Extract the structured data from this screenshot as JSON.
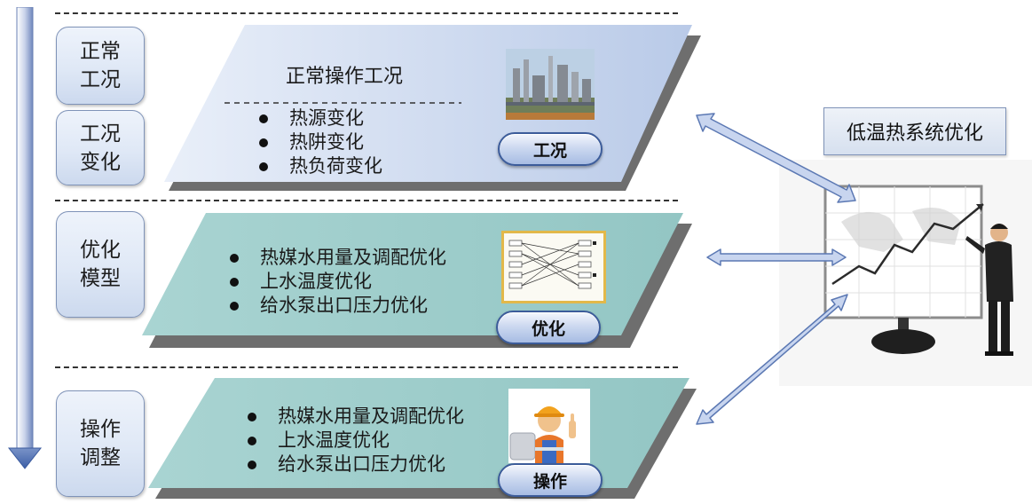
{
  "stages": [
    {
      "label": "正常\n工况"
    },
    {
      "label": "工况\n变化"
    },
    {
      "label": "优化\n模型"
    },
    {
      "label": "操作\n调整"
    }
  ],
  "panels": [
    {
      "title": "正常操作工况",
      "bullets": [
        "热源变化",
        "热阱变化",
        "热负荷变化"
      ],
      "button": "工况",
      "image": "refinery-plant-photo"
    },
    {
      "bullets": [
        "热媒水用量及调配优化",
        "上水温度优化",
        "给水泵出口压力优化"
      ],
      "button": "优化",
      "image": "optimization-network-diagram"
    },
    {
      "bullets": [
        "热媒水用量及调配优化",
        "上水温度优化",
        "给水泵出口压力优化"
      ],
      "button": "操作",
      "image": "worker-thumbs-up"
    }
  ],
  "right": {
    "title": "低温热系统优化",
    "image": "presenter-with-chart-board"
  },
  "colors": {
    "panel_blue": "#c9d6ee",
    "panel_teal": "#9fcdcb",
    "stage_border": "#7f93b8",
    "arrow_fill": "#c8d5ef",
    "arrow_stroke": "#5b78b3"
  }
}
